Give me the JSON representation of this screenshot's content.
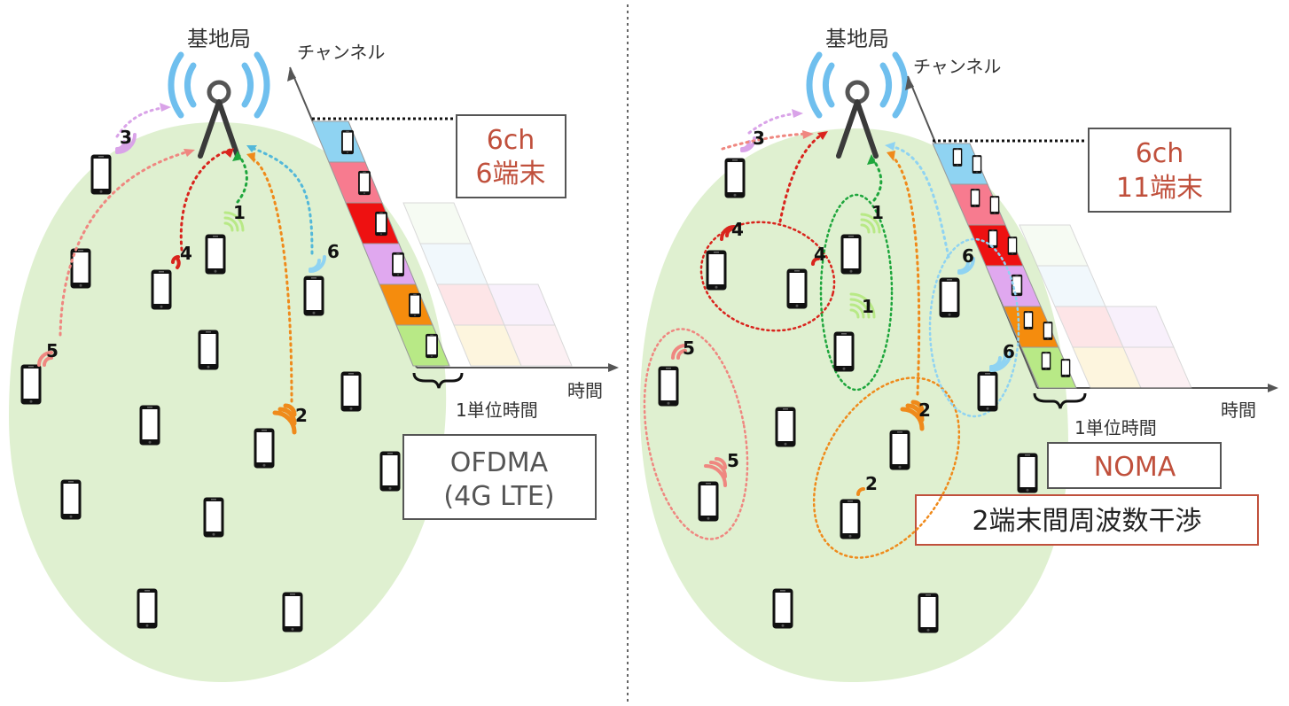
{
  "left": {
    "base_station": "基地局",
    "channel_axis": "チャンネル",
    "time_axis": "時間",
    "unit_time": "1単位時間",
    "box_line1": "6ch",
    "box_line2": "6端末",
    "scheme_line1": "OFDMA",
    "scheme_line2": "(4G LTE)",
    "user_labels": [
      "1",
      "2",
      "3",
      "4",
      "5",
      "6"
    ]
  },
  "right": {
    "base_station": "基地局",
    "channel_axis": "チャンネル",
    "time_axis": "時間",
    "unit_time": "1単位時間",
    "box_line1": "6ch",
    "box_line2": "11端末",
    "scheme": "NOMA",
    "interference": "2端末間周波数干渉",
    "user_labels": [
      "1",
      "1",
      "2",
      "2",
      "3",
      "4",
      "4",
      "5",
      "5",
      "6",
      "6"
    ]
  },
  "colors": {
    "cell": "#dff0d0",
    "antenna": "#6fbfee",
    "accent_text": "#c0503c",
    "ch1": "#8fd3f2",
    "ch2": "#f77b8f",
    "ch3": "#ee1111",
    "ch4": "#e0a8ef",
    "ch5": "#f58c0d",
    "ch6": "#b8e986",
    "u1": "#1ea63c",
    "u2": "#ef8a1b",
    "u3": "#d9a3e8",
    "u4": "#d9241d",
    "u5": "#ef8780",
    "u6": "#53b8d9"
  }
}
